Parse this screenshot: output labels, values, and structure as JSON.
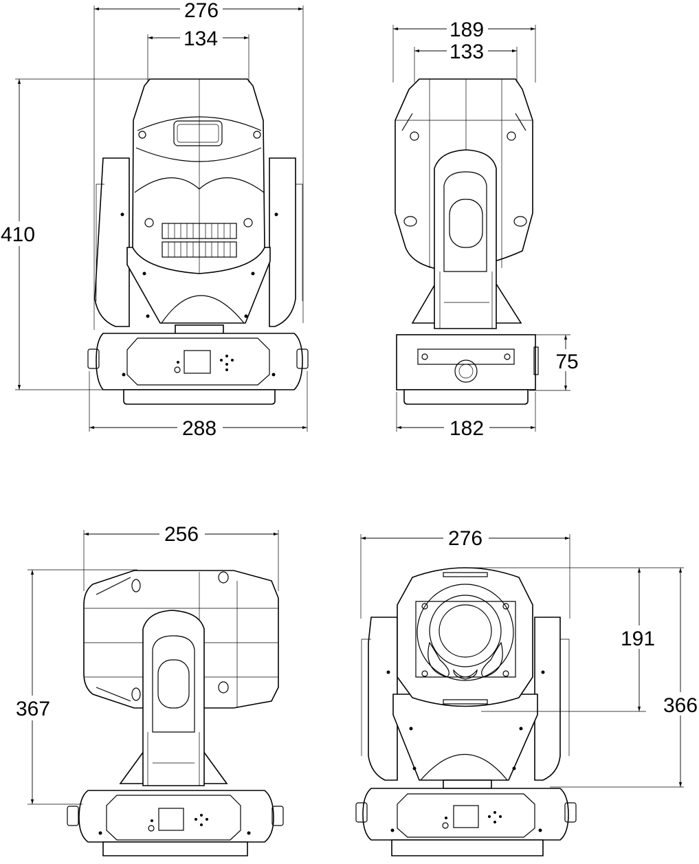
{
  "views": {
    "front": {
      "width_top": "276",
      "width_head": "134",
      "height": "410",
      "width_base": "288"
    },
    "side": {
      "width_top": "189",
      "width_head": "133",
      "base_height": "75",
      "width_base": "182"
    },
    "rear": {
      "width": "256",
      "height": "367"
    },
    "lens_front": {
      "width": "276",
      "head_height": "191",
      "height": "366"
    }
  }
}
